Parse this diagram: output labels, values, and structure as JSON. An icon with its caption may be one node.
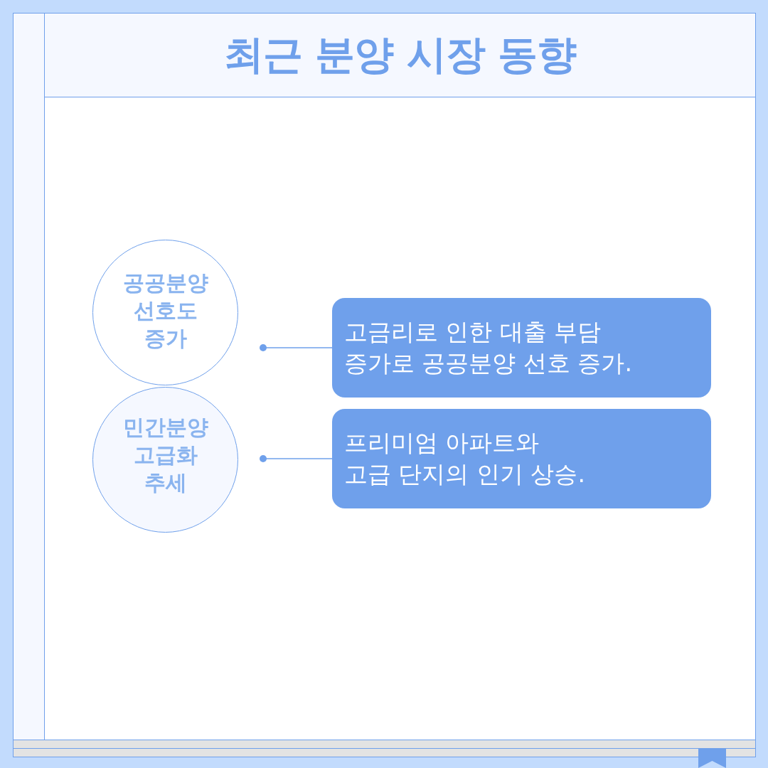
{
  "diagram": {
    "title": "최근 분양 시장 동향",
    "nodes": [
      {
        "text": [
          "공공분양 선호도 증가"
        ]
      },
      {
        "text": [
          "민간분양 고급화 추세"
        ]
      },
      {
        "text": [
          "고금리로 인한 대출 부담 증가로 공공분양 선호 증가."
        ]
      },
      {
        "text": [
          "프리미엄 아파트와 고급 단지의 인기 상승."
        ]
      }
    ],
    "edges": [
      {
        "from": 0,
        "to": 2,
        "arrow": "other"
      },
      {
        "from": 1,
        "to": 3,
        "arrow": "other"
      }
    ]
  }
}
